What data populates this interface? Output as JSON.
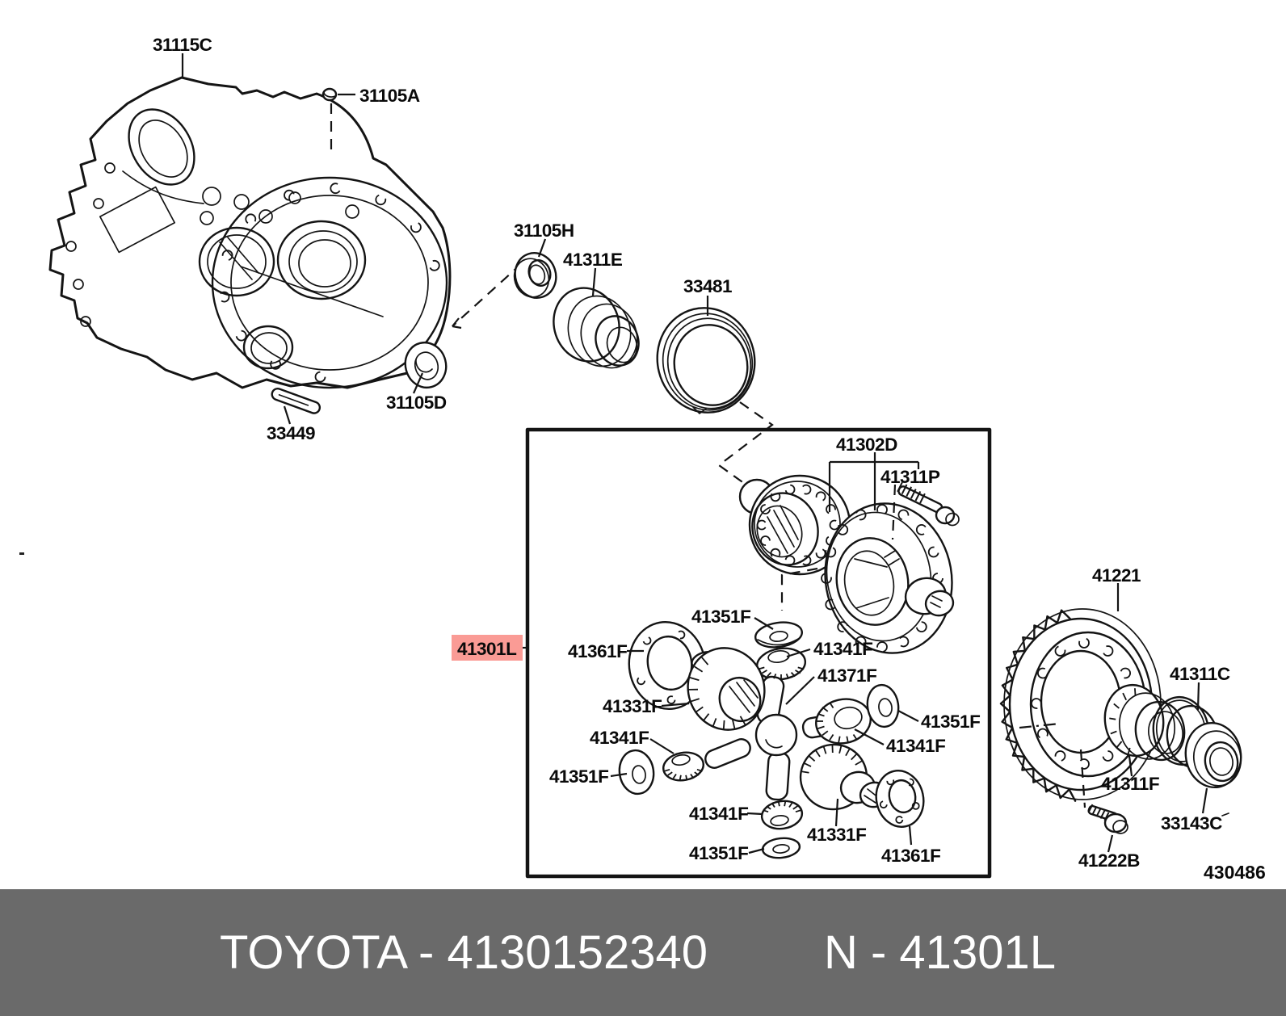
{
  "highlighted_part": "41301L",
  "diagram_code": "430486",
  "colors": {
    "line": "#141414",
    "highlight_bg": "#FA9B95",
    "highlight_text": "#7D0E0E",
    "banner_bg": "#6A6A6A",
    "banner_text": "#FFFFFF"
  },
  "footer": {
    "brand_part": "TOYOTA - 4130152340",
    "reference": "N - 41301L"
  },
  "callouts": [
    {
      "id": "31115C",
      "text": "31115C"
    },
    {
      "id": "31105A",
      "text": "31105A"
    },
    {
      "id": "31105H",
      "text": "31105H"
    },
    {
      "id": "41311E",
      "text": "41311E"
    },
    {
      "id": "33481",
      "text": "33481"
    },
    {
      "id": "31105D",
      "text": "31105D"
    },
    {
      "id": "33449",
      "text": "33449"
    },
    {
      "id": "41302D",
      "text": "41302D"
    },
    {
      "id": "41311P",
      "text": "41311P"
    },
    {
      "id": "41351F-top",
      "text": "41351F"
    },
    {
      "id": "41341F-upper",
      "text": "41341F"
    },
    {
      "id": "41371F",
      "text": "41371F"
    },
    {
      "id": "41351F-right",
      "text": "41351F"
    },
    {
      "id": "41341F-right",
      "text": "41341F"
    },
    {
      "id": "41301L",
      "text": "41301L"
    },
    {
      "id": "41361F-left",
      "text": "41361F"
    },
    {
      "id": "41331F-left",
      "text": "41331F"
    },
    {
      "id": "41341F-lower-left",
      "text": "41341F"
    },
    {
      "id": "41351F-lower-left",
      "text": "41351F"
    },
    {
      "id": "41341F-bottom",
      "text": "41341F"
    },
    {
      "id": "41351F-bottom",
      "text": "41351F"
    },
    {
      "id": "41331F-bottom",
      "text": "41331F"
    },
    {
      "id": "41361F-bottom",
      "text": "41361F"
    },
    {
      "id": "41221",
      "text": "41221"
    },
    {
      "id": "41311C",
      "text": "41311C"
    },
    {
      "id": "41311F",
      "text": "41311F"
    },
    {
      "id": "33143C",
      "text": "33143C"
    },
    {
      "id": "41222B",
      "text": "41222B"
    }
  ]
}
